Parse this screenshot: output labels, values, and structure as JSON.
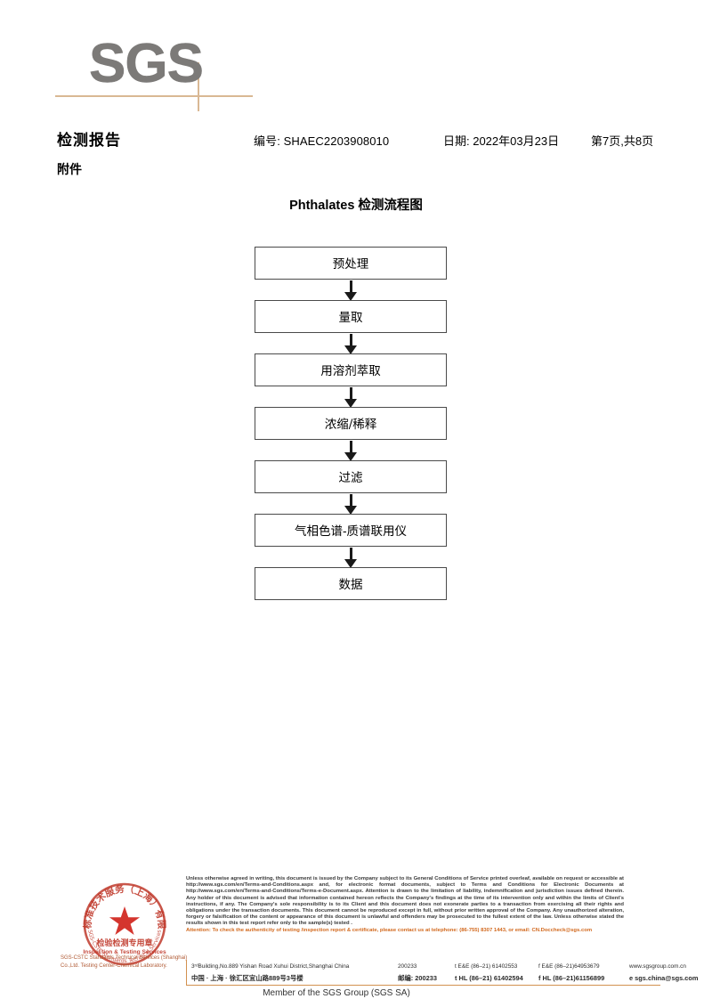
{
  "logo": {
    "text": "SGS",
    "accent_color": "#d9b894",
    "mark_color": "#7c7a78"
  },
  "header": {
    "title": "检测报告",
    "subtitle": "附件",
    "report_no": "编号: SHAEC2203908010",
    "date": "日期: 2022年03月23日",
    "page": "第7页,共8页"
  },
  "flowchart": {
    "title": "Phthalates 检测流程图",
    "nodes": [
      {
        "label": "预处理"
      },
      {
        "label": "量取"
      },
      {
        "label": "用溶剂萃取"
      },
      {
        "label": "浓缩/稀释"
      },
      {
        "label": "过滤"
      },
      {
        "label": "气相色谱-质谱联用仪"
      },
      {
        "label": "数据"
      }
    ]
  },
  "seal": {
    "star": "★",
    "arc_text_cn": "上海标准技术服务（上海）有限公司",
    "center_text_cn": "检验检测专用章",
    "center_text_en": "Inspection & Testing Services",
    "color": "#c0392b"
  },
  "seal_company": "SGS-CSTC Standards Technical Services (Shanghai) Co.,Ltd. Testing Center-Chemical Laboratory.",
  "legal": {
    "body": "Unless otherwise agreed in writing, this document is issued by the Company subject to its General Conditions of Service printed overleaf, available on request or accessible at http://www.sgs.com/en/Terms-and-Conditions.aspx and, for electronic format documents, subject to Terms and Conditions for Electronic Documents at http://www.sgs.com/en/Terms-and-Conditions/Terms-e-Document.aspx. Attention is drawn to the limitation of liability, indemnification and jurisdiction issues defined therein. Any holder of this document is advised that information contained hereon reflects the Company's findings at the time of its intervention only and within the limits of Client's instructions, if any. The Company's sole responsibility is to its Client and this document does not exonerate parties to a transaction from exercising all their rights and obligations under the transaction documents. This document cannot be reproduced except in full, without prior written approval of the Company. Any unauthorized alteration, forgery or falsification of the content or appearance of this document is unlawful and offenders may be prosecuted to the fullest extent of the law. Unless otherwise stated the results shown in this test report refer only to the sample(s) tested .",
    "attention": "Attention: To check the authenticity of testing /inspection report & certificate, please contact us at telephone: (86-755) 8307 1443, or email: CN.Doccheck@sgs.com",
    "attention_color": "#d2691e"
  },
  "address": {
    "en": {
      "line": "3ʳᵈBuilding,No.889 Yishan Road Xuhui District,Shanghai China",
      "postcode": "200233",
      "tel1": "t E&E (86–21) 61402553",
      "tel2": "f E&E (86–21)64953679",
      "web": "www.sgsgroup.com.cn"
    },
    "cn": {
      "line": "中国 · 上海 · 徐汇区宜山路889号3号楼",
      "postcode_label": "邮编: 200233",
      "tel1": "t HL (86–21) 61402594",
      "tel2": "f HL (86–21)61156899",
      "web": "e sgs.china@sgs.com"
    },
    "rule_color": "#d2914f"
  },
  "footer": {
    "member": "Member of the SGS Group (SGS SA)"
  }
}
